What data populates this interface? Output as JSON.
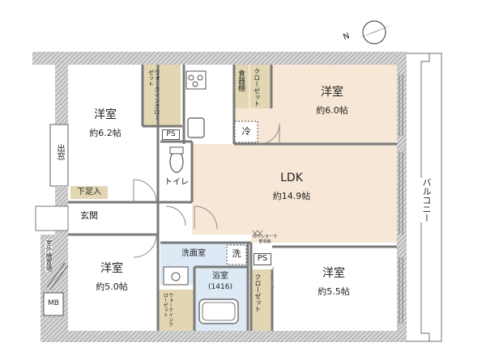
{
  "rooms": {
    "western_nw": {
      "name": "洋室",
      "area": "約6.2帖"
    },
    "western_ne": {
      "name": "洋室",
      "area": "約6.0帖"
    },
    "ldk": {
      "name": "LDK",
      "area": "約14.9帖"
    },
    "western_sw": {
      "name": "洋室",
      "area": "約5.0帖"
    },
    "western_se": {
      "name": "洋室",
      "area": "約5.5帖"
    }
  },
  "labels": {
    "walkin_closet": "ウォークインクローゼット",
    "closet_ne": "クローゼット",
    "dish_shelf": "食器棚",
    "fridge": "冷",
    "ps_top": "PS",
    "ps_mid": "PS",
    "toilet": "トイレ",
    "bay_window": "出窓",
    "shoe_cabinet": "下足入",
    "entrance": "玄関",
    "washroom": "洗面室",
    "washer": "洗",
    "bathroom": "浴室",
    "bathroom_size": "(1416)",
    "counter_note": "カウンター下部収納",
    "closet_se": "クローゼット",
    "walkin_closet_small": "ウォークインクローゼット",
    "outdoor_unit": "室外機置場",
    "mb": "MB",
    "balcony": "バルコニー",
    "compass": "N"
  },
  "colors": {
    "ldk_floor": "#f7e7d6",
    "closet_fill": "#e2d6b3",
    "wet_area": "#ddeaf6",
    "wall": "#7a7a7a"
  }
}
